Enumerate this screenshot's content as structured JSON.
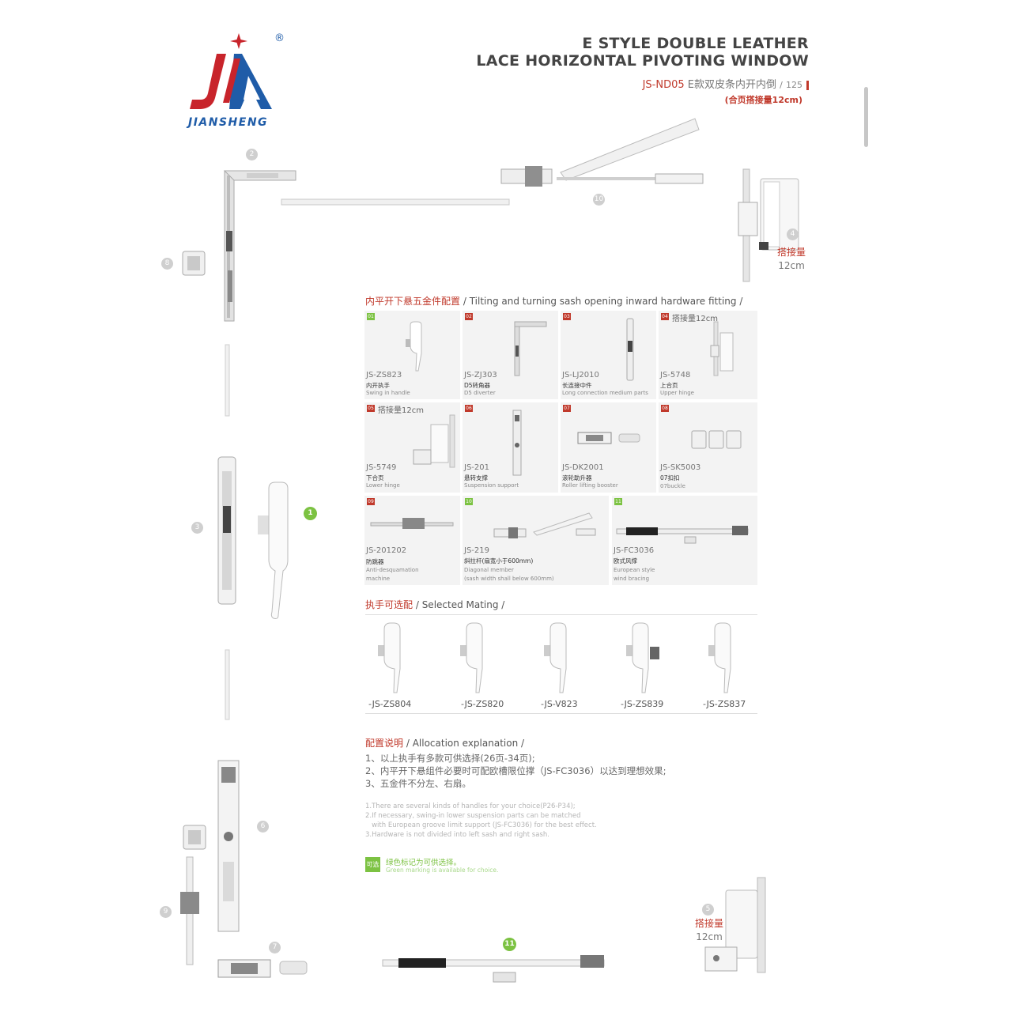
{
  "brand": {
    "name": "JIANSHENG",
    "registered_mark": "®",
    "colors": {
      "red": "#c8242b",
      "blue": "#1f5ca8"
    }
  },
  "header": {
    "title_line1": "E STYLE DOUBLE LEATHER",
    "title_line2": "LACE HORIZONTAL PIVOTING WINDOW",
    "model": "JS-ND05",
    "model_cn": "E款双皮条内开内倒",
    "page_sep": "/",
    "page": "125",
    "note": "(合页搭接量12cm)"
  },
  "callouts": {
    "n2": "2",
    "n8": "8",
    "n10": "10",
    "n4": "4",
    "n3": "3",
    "n1": "1",
    "n6": "6",
    "n9": "9",
    "n7": "7",
    "n11": "11",
    "n5": "5"
  },
  "hinge_top_caption": {
    "cn": "搭接量",
    "size": "12cm"
  },
  "hinge_bottom_caption": {
    "cn": "搭接量",
    "size": "12cm"
  },
  "fitting_section": {
    "heading_cn": "内平开下悬五金件配置",
    "heading_en": " / Tilting and turning sash opening inward hardware fitting /",
    "items": [
      {
        "num": "01",
        "code": "JS-ZS823",
        "cn": "内开执手",
        "en": "Swing in handle",
        "green": true
      },
      {
        "num": "02",
        "code": "JS-ZJ303",
        "cn": "D5转角器",
        "en": "D5 diverter"
      },
      {
        "num": "03",
        "code": "JS-LJ2010",
        "cn": "长连接中件",
        "en": "Long connection medium parts"
      },
      {
        "num": "04",
        "code": "JS-5748",
        "cn": "上合页",
        "en": "Upper hinge",
        "note": "搭接量12cm"
      },
      {
        "num": "05",
        "code": "JS-5749",
        "cn": "下合页",
        "en": "Lower hinge",
        "note": "搭接量12cm"
      },
      {
        "num": "06",
        "code": "JS-201",
        "cn": "悬转支撑",
        "en": "Suspension support"
      },
      {
        "num": "07",
        "code": "JS-DK2001",
        "cn": "滚轮助升器",
        "en": "Roller lifting booster"
      },
      {
        "num": "08",
        "code": "JS-SK5003",
        "cn": "07扣扣",
        "en": "07buckle"
      },
      {
        "num": "09",
        "code": "JS-201202",
        "cn": "防跳器",
        "en": "Anti-desquamation",
        "en2": "machine"
      },
      {
        "num": "10",
        "code": "JS-219",
        "cn": "斜拉杆(扇宽小于600mm)",
        "en": "Diagonal member",
        "en2": "(sash width shall below 600mm)",
        "green": true
      },
      {
        "num": "11",
        "code": "JS-FC3036",
        "cn": "欧式风撑",
        "en": "European style",
        "en2": "wind bracing",
        "green": true
      }
    ]
  },
  "mating_section": {
    "heading_cn": "执手可选配",
    "heading_en": " / Selected Mating /",
    "handles": [
      "-JS-ZS804",
      "-JS-ZS820",
      "-JS-V823",
      "-JS-ZS839",
      "-JS-ZS837"
    ]
  },
  "allocation_section": {
    "heading_cn": "配置说明",
    "heading_en": " / Allocation explanation /",
    "notes_cn": [
      "1、以上执手有多款可供选择(26页-34页);",
      "2、内平开下悬组件必要时可配欧槽限位撑（JS-FC3036）以达到理想效果;",
      "3、五金件不分左、右扇。"
    ],
    "notes_en": [
      "1.There are several kinds of handles for your choice(P26-P34);",
      "2.If necessary, swing-in lower suspension parts can be matched",
      "   with European groove limit support (JS-FC3036) for the best effect.",
      "3.Hardware is not divided into left sash and right sash."
    ],
    "green_badge": "可选",
    "green_note_cn": "绿色标记为可供选择。",
    "green_note_en": "Green marking is available for choice."
  }
}
